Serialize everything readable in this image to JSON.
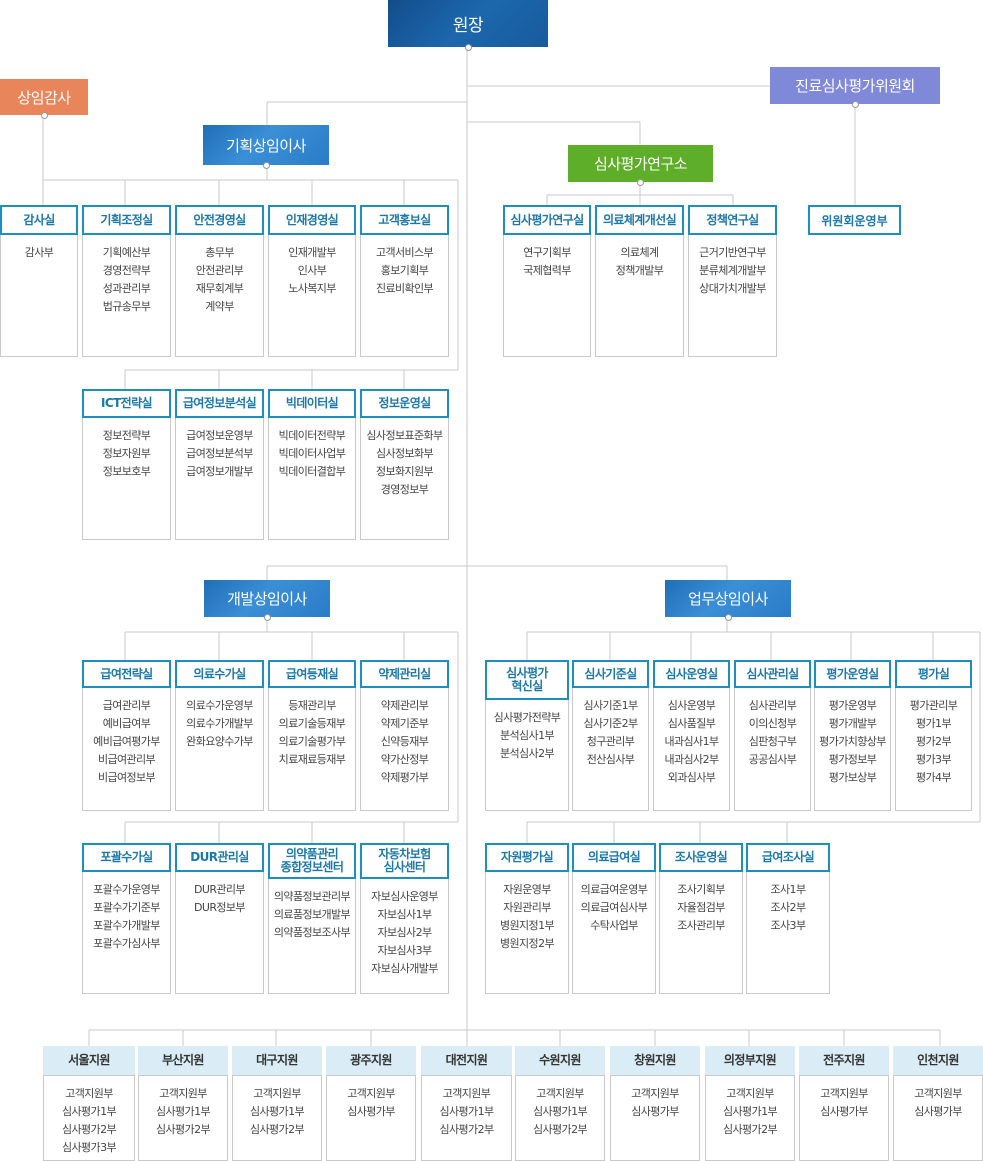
{
  "director": "원장",
  "auditor": "상임감사",
  "committee": "진료심사평가위원회",
  "planning_director": "기획상임이사",
  "research_institute": "심사평가연구소",
  "development_director": "개발상임이사",
  "business_director": "업무상임이사",
  "committee_unit": "위원회운영부",
  "departments": {
    "audit": {
      "name": "감사실",
      "units": [
        "감사부"
      ]
    },
    "planning": {
      "name": "기획조정실",
      "units": [
        "기획예산부",
        "경영전략부",
        "성과관리부",
        "법규송무부"
      ]
    },
    "safety": {
      "name": "안전경영실",
      "units": [
        "총무부",
        "안전관리부",
        "재무회계부",
        "계약부"
      ]
    },
    "hr": {
      "name": "인재경영실",
      "units": [
        "인재개발부",
        "인사부",
        "노사복지부"
      ]
    },
    "customer": {
      "name": "고객홍보실",
      "units": [
        "고객서비스부",
        "홍보기획부",
        "진료비확인부"
      ]
    },
    "ict": {
      "name": "ICT전략실",
      "units": [
        "정보전략부",
        "정보자원부",
        "정보보호부"
      ]
    },
    "payinfo": {
      "name": "급여정보분석실",
      "units": [
        "급여정보운영부",
        "급여정보분석부",
        "급여정보개발부"
      ]
    },
    "bigdata": {
      "name": "빅데이터실",
      "units": [
        "빅데이터전략부",
        "빅데이터사업부",
        "빅데이터결합부"
      ]
    },
    "infoops": {
      "name": "정보운영실",
      "units": [
        "심사정보표준화부",
        "심사정보화부",
        "정보화지원부",
        "경영정보부"
      ]
    },
    "research": {
      "name": "심사평가연구실",
      "units": [
        "연구기획부",
        "국제협력부"
      ]
    },
    "medsystem": {
      "name": "의료체계개선실",
      "units": [
        "의료체계",
        "정책개발부"
      ]
    },
    "policy": {
      "name": "정책연구실",
      "units": [
        "근거기반연구부",
        "분류체계개발부",
        "상대가치개발부"
      ]
    },
    "paystrategy": {
      "name": "급여전략실",
      "units": [
        "급여관리부",
        "예비급여부",
        "예비급여평가부",
        "비급여관리부",
        "비급여정보부"
      ]
    },
    "medfee": {
      "name": "의료수가실",
      "units": [
        "의료수가운영부",
        "의료수가개발부",
        "완화요양수가부"
      ]
    },
    "payreg": {
      "name": "급여등재실",
      "units": [
        "등재관리부",
        "의료기술등재부",
        "의료기술평가부",
        "치료재료등재부"
      ]
    },
    "drug": {
      "name": "약제관리실",
      "units": [
        "약제관리부",
        "약제기준부",
        "신약등재부",
        "약가산정부",
        "약제평가부"
      ]
    },
    "bundle": {
      "name": "포괄수가실",
      "units": [
        "포괄수가운영부",
        "포괄수가기준부",
        "포괄수가개발부",
        "포괄수가심사부"
      ]
    },
    "dur": {
      "name": "DUR관리실",
      "units": [
        "DUR관리부",
        "DUR정보부"
      ]
    },
    "druginfo": {
      "name": "의약품관리 종합정보센터",
      "units": [
        "의약품정보관리부",
        "의료품정보개발부",
        "의약품정보조사부"
      ]
    },
    "auto": {
      "name": "자동차보험 심사센터",
      "units": [
        "자보심사운영부",
        "자보심사1부",
        "자보심사2부",
        "자보심사3부",
        "자보심사개발부"
      ]
    },
    "innovation": {
      "name": "심사평가 혁신실",
      "units": [
        "심사평가전략부",
        "분석심사1부",
        "분석심사2부"
      ]
    },
    "criteria": {
      "name": "심사기준실",
      "units": [
        "심사기준1부",
        "심사기준2부",
        "청구관리부",
        "전산심사부"
      ]
    },
    "reviewops": {
      "name": "심사운영실",
      "units": [
        "심사운영부",
        "심사품질부",
        "내과심사1부",
        "내과심사2부",
        "외과심사부"
      ]
    },
    "reviewmgmt": {
      "name": "심사관리실",
      "units": [
        "심사관리부",
        "이의신청부",
        "심판청구부",
        "공공심사부"
      ]
    },
    "evalops": {
      "name": "평가운영실",
      "units": [
        "평가운영부",
        "평가개발부",
        "평가가치향상부",
        "평가정보부",
        "평가보상부"
      ]
    },
    "eval": {
      "name": "평가실",
      "units": [
        "평가관리부",
        "평가1부",
        "평가2부",
        "평가3부",
        "평가4부"
      ]
    },
    "resource": {
      "name": "자원평가실",
      "units": [
        "자원운영부",
        "자원관리부",
        "병원지정1부",
        "병원지정2부"
      ]
    },
    "medaid": {
      "name": "의료급여실",
      "units": [
        "의료급여운영부",
        "의료급여심사부",
        "수탁사업부"
      ]
    },
    "survey": {
      "name": "조사운영실",
      "units": [
        "조사기획부",
        "자율점검부",
        "조사관리부"
      ]
    },
    "payinvest": {
      "name": "급여조사실",
      "units": [
        "조사1부",
        "조사2부",
        "조사3부"
      ]
    }
  },
  "branches": [
    {
      "name": "서울지원",
      "units": [
        "고객지원부",
        "심사평가1부",
        "심사평가2부",
        "심사평가3부"
      ]
    },
    {
      "name": "부산지원",
      "units": [
        "고객지원부",
        "심사평가1부",
        "심사평가2부"
      ]
    },
    {
      "name": "대구지원",
      "units": [
        "고객지원부",
        "심사평가1부",
        "심사평가2부"
      ]
    },
    {
      "name": "광주지원",
      "units": [
        "고객지원부",
        "심사평가부"
      ]
    },
    {
      "name": "대전지원",
      "units": [
        "고객지원부",
        "심사평가1부",
        "심사평가2부"
      ]
    },
    {
      "name": "수원지원",
      "units": [
        "고객지원부",
        "심사평가1부",
        "심사평가2부"
      ]
    },
    {
      "name": "창원지원",
      "units": [
        "고객지원부",
        "심사평가부"
      ]
    },
    {
      "name": "의정부지원",
      "units": [
        "고객지원부",
        "심사평가1부",
        "심사평가2부"
      ]
    },
    {
      "name": "전주지원",
      "units": [
        "고객지원부",
        "심사평가부"
      ]
    },
    {
      "name": "인천지원",
      "units": [
        "고객지원부",
        "심사평가부"
      ]
    }
  ],
  "colors": {
    "line": "#c9c9c9",
    "dept_border": "#1d8fbf",
    "branch_header": "#daedf6"
  }
}
